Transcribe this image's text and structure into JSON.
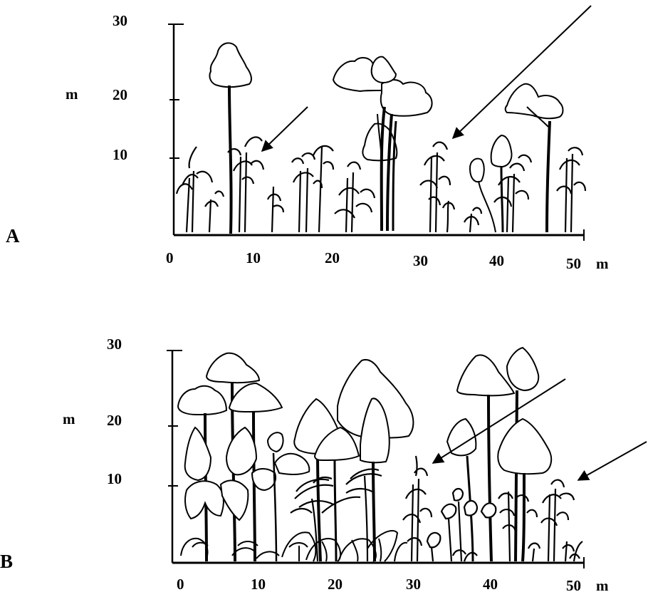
{
  "panels": [
    {
      "label": "A",
      "y_unit": "m",
      "y_ticks": [
        "30",
        "20",
        "10"
      ],
      "x_ticks": [
        "0",
        "10",
        "20",
        "30",
        "40",
        "50"
      ],
      "x_unit": "m"
    },
    {
      "label": "B",
      "y_unit": "m",
      "y_ticks": [
        "30",
        "20",
        "10"
      ],
      "x_ticks": [
        "0",
        "10",
        "20",
        "30",
        "40",
        "50"
      ],
      "x_unit": "m"
    }
  ]
}
